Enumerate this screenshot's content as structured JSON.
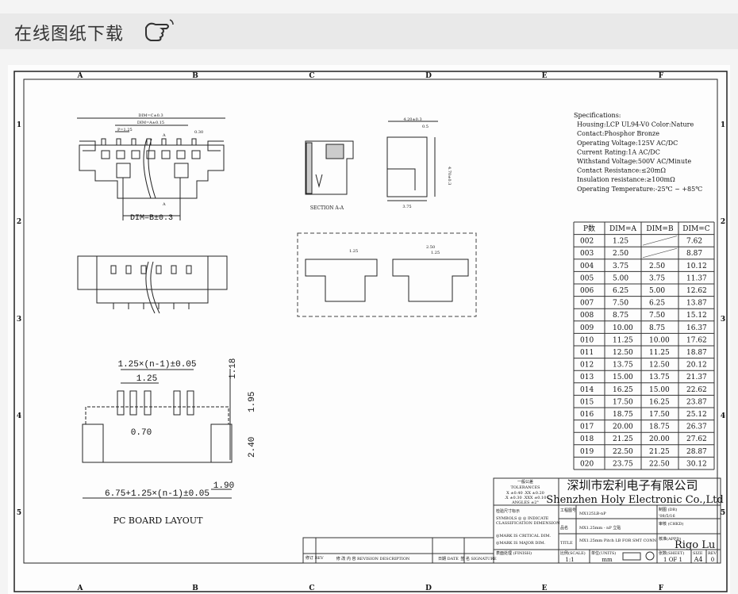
{
  "header": {
    "title": "在线图纸下载",
    "icon": "pointing-hand-icon"
  },
  "zones": {
    "cols": [
      "A",
      "B",
      "C",
      "D",
      "E",
      "F"
    ],
    "rows": [
      "1",
      "2",
      "3",
      "4",
      "5"
    ]
  },
  "top_view": {
    "dim_c": "DIM=C±0.3",
    "dim_a": "DIM=A±0.15",
    "pitch": "P=1.25",
    "width": "0.30",
    "section_mark": "A",
    "dim_b": "DIM=B±0.3"
  },
  "section": {
    "label": "SECTION A-A",
    "width": "4.20±0.3",
    "tab": "0.5",
    "height": "4.70±0.3",
    "depth": "3.75"
  },
  "mating": {
    "dim1": "1.25",
    "dim2": "2.50",
    "dim3": "1.25"
  },
  "layout": {
    "title": "PC BOARD LAYOUT",
    "d1": "1.25×(n-1)±0.05",
    "d2": "1.25",
    "d3": "0.70",
    "d4": "6.75+1.25×(n-1)±0.05",
    "d5": "1.90",
    "v1": "1.18",
    "v2": "1.95",
    "v3": "2.40"
  },
  "specs": [
    "Specifications:",
    "Housing:LCP UL94-V0 Color:Nature",
    "Contact:Phosphor Bronze",
    "Operating Voltage:125V AC/DC",
    "Current Rating:1A AC/DC",
    "Withstand Voltage:500V AC/Minute",
    "Contact Resistance:≤20mΩ",
    "Insulation resistance:≥100mΩ",
    "Operating Temperature:-25℃ ~ +85℃"
  ],
  "dim_table": {
    "headers": [
      "P数",
      "DIM=A",
      "DIM=B",
      "DIM=C"
    ],
    "rows": [
      [
        "002",
        "1.25",
        "",
        "7.62"
      ],
      [
        "003",
        "2.50",
        "",
        "8.87"
      ],
      [
        "004",
        "3.75",
        "2.50",
        "10.12"
      ],
      [
        "005",
        "5.00",
        "3.75",
        "11.37"
      ],
      [
        "006",
        "6.25",
        "5.00",
        "12.62"
      ],
      [
        "007",
        "7.50",
        "6.25",
        "13.87"
      ],
      [
        "008",
        "8.75",
        "7.50",
        "15.12"
      ],
      [
        "009",
        "10.00",
        "8.75",
        "16.37"
      ],
      [
        "010",
        "11.25",
        "10.00",
        "17.62"
      ],
      [
        "011",
        "12.50",
        "11.25",
        "18.87"
      ],
      [
        "012",
        "13.75",
        "12.50",
        "20.12"
      ],
      [
        "013",
        "15.00",
        "13.75",
        "21.37"
      ],
      [
        "014",
        "16.25",
        "15.00",
        "22.62"
      ],
      [
        "015",
        "17.50",
        "16.25",
        "23.87"
      ],
      [
        "016",
        "18.75",
        "17.50",
        "25.12"
      ],
      [
        "017",
        "20.00",
        "18.75",
        "26.37"
      ],
      [
        "018",
        "21.25",
        "20.00",
        "27.62"
      ],
      [
        "019",
        "22.50",
        "21.25",
        "28.87"
      ],
      [
        "020",
        "23.75",
        "22.50",
        "30.12"
      ]
    ]
  },
  "title_block": {
    "tol_cn": "一般公差",
    "tol": "TOLERANCES",
    "tol1": "X  ±0.40   .XX  ±0.20",
    "tol2": ".X  ±0.30   .XXX  ±0.10",
    "tol3": "ANGLES    ±2°",
    "insp_cn": "检验尺寸标示",
    "insp1": "SYMBOLS ◎ ◎ INDICATE",
    "insp2": "CLASSIFICATION DIMENSION",
    "crit": "◎MARK IS CRITICAL DIM.",
    "major": "◎MARK IS MAJOR DIM.",
    "finish": "表面处理 (FINISH)",
    "company_cn": "深圳市宏利电子有限公司",
    "company_en": "Shenzhen Holy Electronic Co.,Ltd",
    "pn_label": "工程图号",
    "pn": "MX125LB-nP",
    "name_label": "品名",
    "name": "MX1.25mm - nP 立贴",
    "title_label": "TITLE",
    "title": "MX1.25mm Pitch LB FOR SMT  CONN",
    "dr_label": "制图 (DR)",
    "dr_date": "'08/5/16",
    "chkd_label": "审核 (CHKD)",
    "appd_label": "核准(APPD)",
    "appd": "Rigo Lu",
    "scale_label": "比例(SCALE)",
    "scale": "1:1",
    "units_label": "单位(UNITS)",
    "units": "mm",
    "sheet_label": "张数(SHEET)",
    "sheet": "1 OF 1",
    "size_label": "SIZE",
    "size": "A4",
    "rev_label": "REV",
    "rev": "0"
  },
  "revision": {
    "rev_col": "修订 REV",
    "desc_col": "修 改 内 容 REVISION DESCRIPTION",
    "date_col": "日期 DATE",
    "sign_col": "签 名 SIGNATURE"
  }
}
